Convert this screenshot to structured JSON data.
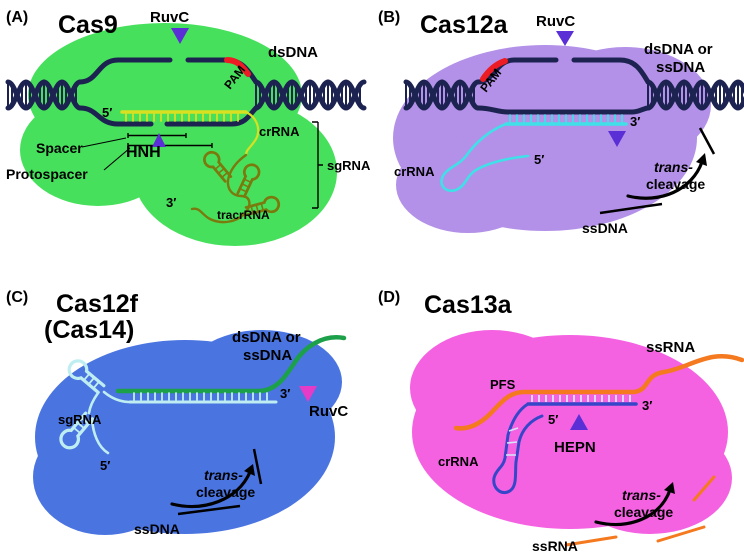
{
  "colors": {
    "dna": "#1c2350",
    "cas9_green": "#47e05c",
    "cas12a_purple": "#b391e8",
    "cas12f_blue": "#4a74e0",
    "cas13a_pink": "#f462e2",
    "pam_red": "#ed1c24",
    "sgrna_yellow": "#d9e021",
    "tracr_olive": "#7a7a0e",
    "crrna_cyan": "#3fe0e8",
    "target_green": "#1ca04a",
    "sgrna_pale": "#bfeef2",
    "ssrna_orange": "#f4791f",
    "crrna_blue": "#3546c8",
    "nuclease_purple": "#5a2fd6",
    "ruvc_magenta": "#e53cc8"
  },
  "panel_a": {
    "tag": "(A)",
    "title": "Cas9",
    "ruvc": "RuvC",
    "pam": "PAM",
    "dsdna": "dsDNA",
    "five_prime": "5′",
    "three_prime": "3′",
    "spacer": "Spacer",
    "protospacer": "Protospacer",
    "hnh": "HNH",
    "crrna": "crRNA",
    "tracrrna": "tracrRNA",
    "sgrna": "sgRNA"
  },
  "panel_b": {
    "tag": "(B)",
    "title": "Cas12a",
    "ruvc": "RuvC",
    "pam": "PAM",
    "target_line1": "dsDNA or",
    "target_line2": "ssDNA",
    "three_prime": "3′",
    "five_prime": "5′",
    "crrna": "crRNA",
    "trans": "trans-",
    "cleavage": "cleavage",
    "ssdna": "ssDNA"
  },
  "panel_c": {
    "tag": "(C)",
    "title_line1": "Cas12f",
    "title_line2": "(Cas14)",
    "target_line1": "dsDNA or",
    "target_line2": "ssDNA",
    "three_prime": "3′",
    "ruvc": "RuvC",
    "sgrna": "sgRNA",
    "five_prime": "5′",
    "trans": "trans-",
    "cleavage": "cleavage",
    "ssdna": "ssDNA"
  },
  "panel_d": {
    "tag": "(D)",
    "title": "Cas13a",
    "ssrna_target": "ssRNA",
    "pfs": "PFS",
    "three_prime": "3′",
    "five_prime": "5′",
    "crrna": "crRNA",
    "hepn": "HEPN",
    "trans": "trans-",
    "cleavage": "cleavage",
    "ssrna_cleaved": "ssRNA"
  }
}
